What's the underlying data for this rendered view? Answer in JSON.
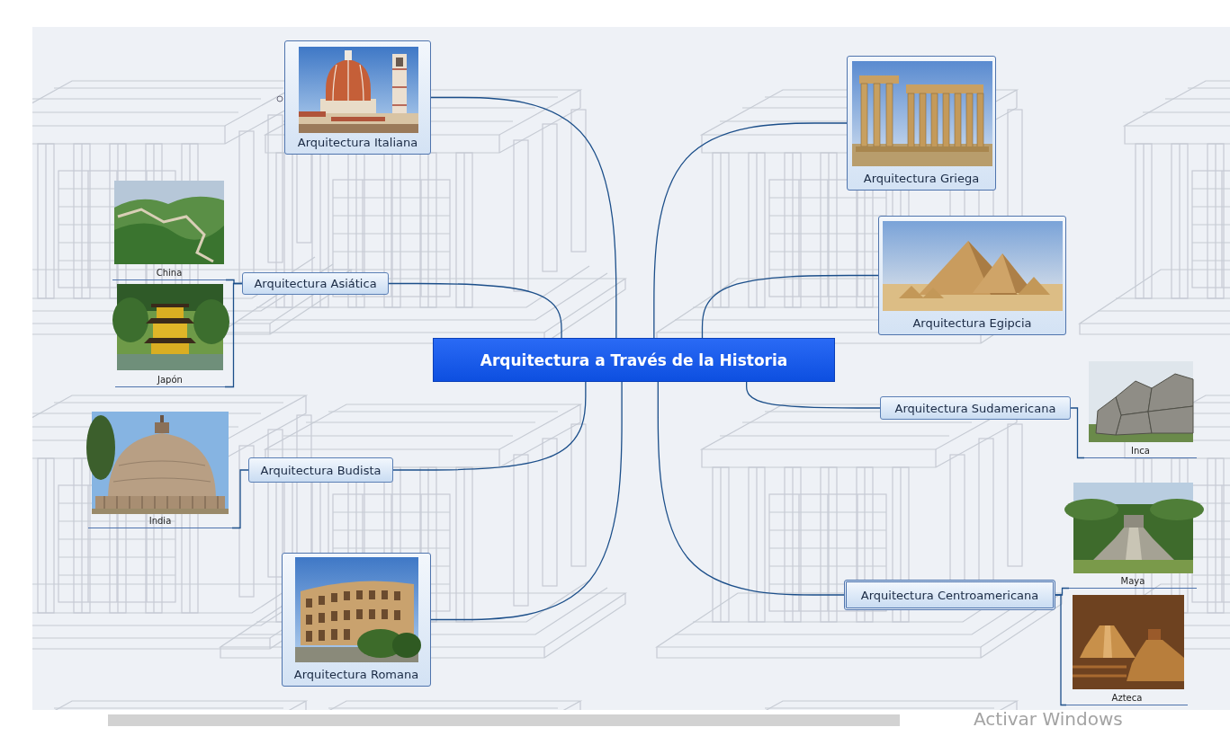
{
  "diagram": {
    "nodes": [
      {
        "text": [
          "Arquitectura a Través de la Historia"
        ]
      },
      {
        "text": [
          "Arquitectura Italiana"
        ]
      },
      {
        "text": [
          "Arquitectura Griega"
        ]
      },
      {
        "text": [
          "China"
        ]
      },
      {
        "text": [
          "Arquitectura Asiática"
        ]
      },
      {
        "text": [
          "Japón"
        ]
      },
      {
        "text": [
          "Arquitectura Egipcia"
        ]
      },
      {
        "text": [
          "Arquitectura Sudamericana"
        ]
      },
      {
        "text": [
          "Inca"
        ]
      },
      {
        "text": [
          "India"
        ]
      },
      {
        "text": [
          "Arquitectura Budista"
        ]
      },
      {
        "text": [
          "Maya"
        ]
      },
      {
        "text": [
          "Arquitectura Centroamericana"
        ]
      },
      {
        "text": [
          "Arquitectura Romana"
        ]
      },
      {
        "text": [
          "Azteca"
        ]
      }
    ],
    "edges": [
      {
        "from": 0,
        "to": 1,
        "arrow": "none"
      },
      {
        "from": 0,
        "to": 2,
        "arrow": "none"
      },
      {
        "from": 0,
        "to": 4,
        "arrow": "none"
      },
      {
        "from": 0,
        "to": 6,
        "arrow": "none"
      },
      {
        "from": 0,
        "to": 7,
        "arrow": "none"
      },
      {
        "from": 0,
        "to": 10,
        "arrow": "none"
      },
      {
        "from": 0,
        "to": 12,
        "arrow": "none"
      },
      {
        "from": 0,
        "to": 13,
        "arrow": "none"
      },
      {
        "from": 4,
        "to": 3,
        "arrow": "none"
      },
      {
        "from": 4,
        "to": 5,
        "arrow": "none"
      },
      {
        "from": 10,
        "to": 9,
        "arrow": "none"
      },
      {
        "from": 7,
        "to": 8,
        "arrow": "none"
      },
      {
        "from": 12,
        "to": 11,
        "arrow": "none"
      },
      {
        "from": 12,
        "to": 14,
        "arrow": "none"
      }
    ],
    "labels": [
      "Activar Windows"
    ]
  }
}
